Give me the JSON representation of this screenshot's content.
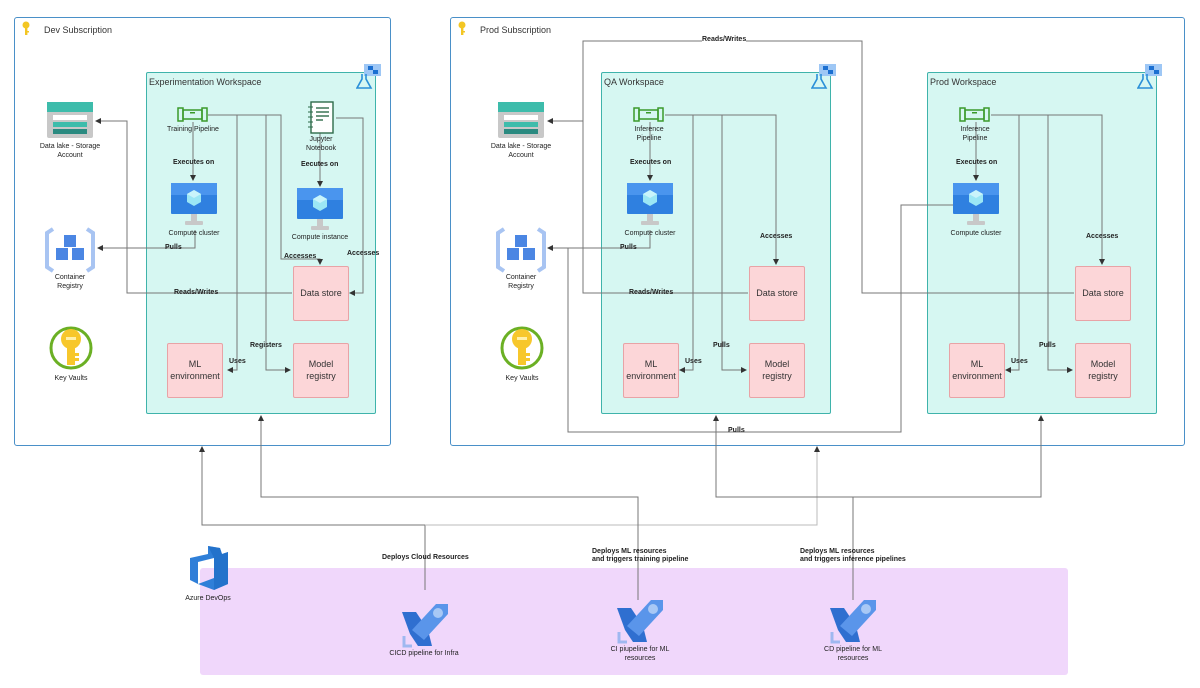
{
  "subscriptions": {
    "dev": {
      "title": "Dev Subscription"
    },
    "prod": {
      "title": "Prod Subscription"
    }
  },
  "workspaces": {
    "experimentation": {
      "title": "Experimentation Workspace"
    },
    "qa": {
      "title": "QA Workspace"
    },
    "prod": {
      "title": "Prod Workspace"
    }
  },
  "shared_resources": {
    "data_lake": "Data lake - Storage Account",
    "container_registry": "Container Registry",
    "key_vaults": "Key Vaults"
  },
  "experimentation_nodes": {
    "training_pipeline": "Training Pipeline",
    "jupyter_notebook": "Jupyter Notebook",
    "compute_cluster": "Compute cluster",
    "compute_instance": "Compute instance",
    "data_store": "Data store",
    "ml_environment": "ML environment",
    "model_registry": "Model registry"
  },
  "qa_nodes": {
    "inference_pipeline": "Inference Pipeline",
    "compute_cluster": "Compute cluster",
    "data_store": "Data store",
    "ml_environment": "ML environment",
    "model_registry": "Model registry"
  },
  "prod_nodes": {
    "inference_pipeline": "Inference Pipeline",
    "compute_cluster": "Compute cluster",
    "data_store": "Data store",
    "ml_environment": "ML environment",
    "model_registry": "Model registry"
  },
  "edge_labels": {
    "executes_on": "Executes on",
    "eecutes_on": "Eecutes on",
    "pulls": "Pulls",
    "accesses": "Accesses",
    "reads_writes": "Reads/Writes",
    "uses": "Uses",
    "registers": "Registers",
    "deploys_cloud": "Deploys Cloud Resources",
    "deploys_ml_training": "Deploys ML resources\nand triggers training pipeline",
    "deploys_ml_inference": "Deploys ML resources\nand triggers inference pipelines"
  },
  "devops": {
    "title": "Azure DevOps",
    "pipelines": {
      "infra": "CICD pipeline for Infra",
      "ci": "CI piupeline for ML resources",
      "cd": "CD pipeline for ML resources"
    }
  },
  "colors": {
    "subscription_border": "#4a90c8",
    "workspace_fill": "#d6f7f2",
    "workspace_border": "#3fb3ab",
    "store_fill": "#fcd6d8",
    "devops_fill": "#f0d7fb",
    "connector": "#777777"
  }
}
